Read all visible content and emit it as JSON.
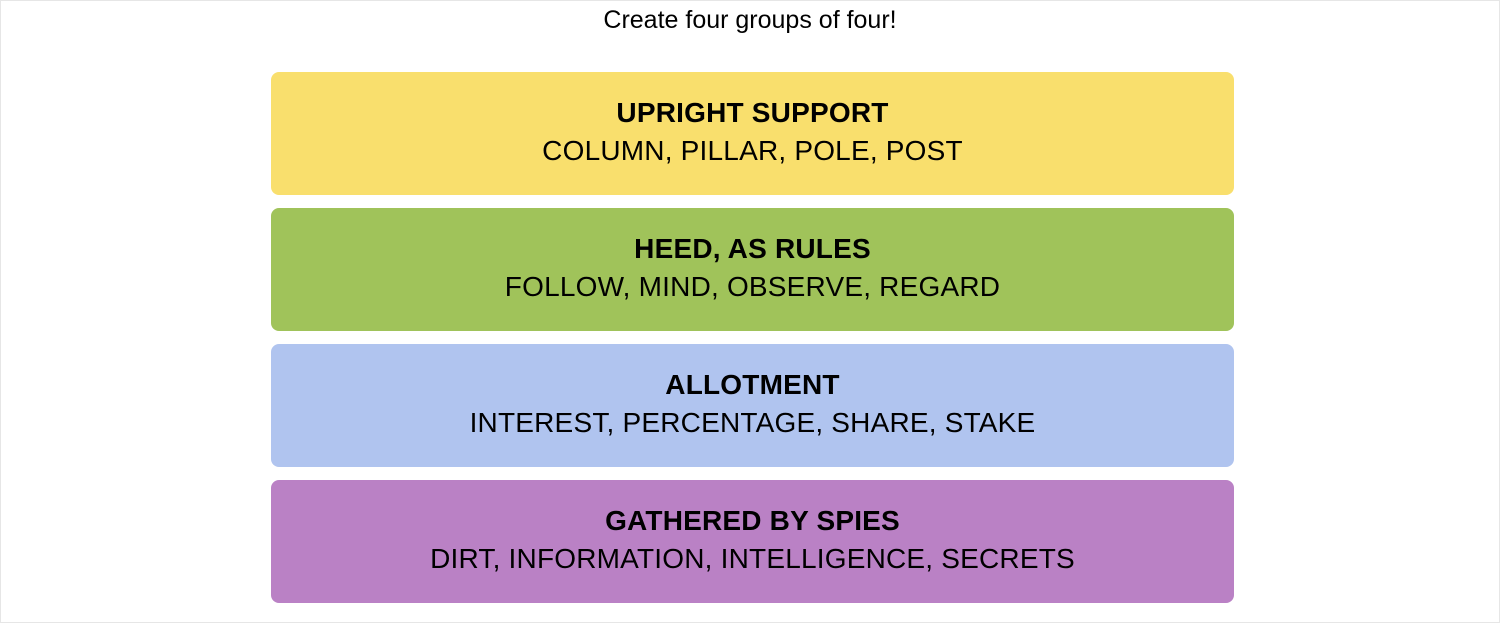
{
  "header": {
    "instruction": "Create four groups of four!"
  },
  "groups": [
    {
      "title": "UPRIGHT SUPPORT",
      "members": "COLUMN, PILLAR, POLE, POST",
      "color": "#f9df6d"
    },
    {
      "title": "HEED, AS RULES",
      "members": "FOLLOW, MIND, OBSERVE, REGARD",
      "color": "#a0c35a"
    },
    {
      "title": "ALLOTMENT",
      "members": "INTEREST, PERCENTAGE, SHARE, STAKE",
      "color": "#b0c4ef"
    },
    {
      "title": "GATHERED BY SPIES",
      "members": "DIRT, INFORMATION, INTELLIGENCE, SECRETS",
      "color": "#ba81c5"
    }
  ]
}
